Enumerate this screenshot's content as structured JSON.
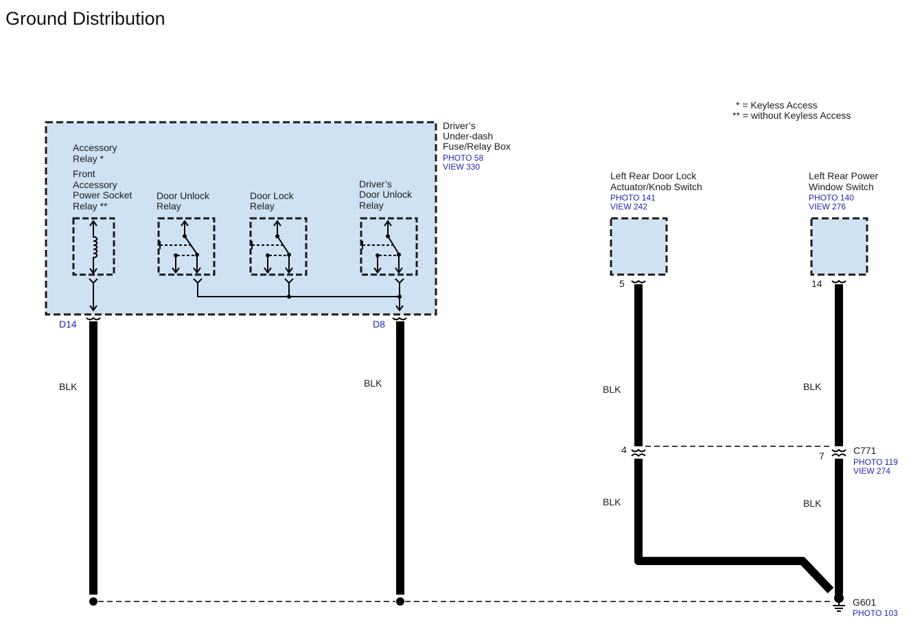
{
  "title": "Ground Distribution",
  "legend": {
    "line1": "* = Keyless Access",
    "line2": "** = without Keyless Access"
  },
  "fuse_box": {
    "label_lines": [
      "Driver’s",
      "Under-dash",
      "Fuse/Relay Box"
    ],
    "photo": "PHOTO 58",
    "view": "VIEW 330",
    "fill_color": "#cfe2f3"
  },
  "relays": {
    "accessory": [
      "Accessory",
      "Relay *",
      "Front",
      "Accessory",
      "Power Socket",
      "Relay **"
    ],
    "door_unlock": [
      "Door Unlock",
      "Relay"
    ],
    "door_lock": [
      "Door Lock",
      "Relay"
    ],
    "drivers_door_unlock": [
      "Driver’s",
      "Door Unlock",
      "Relay"
    ]
  },
  "components": {
    "door_lock_actuator": {
      "label_lines": [
        "Left Rear Door Lock",
        "Actuator/Knob Switch"
      ],
      "photo": "PHOTO 141",
      "view": "VIEW 242",
      "pin": "5"
    },
    "power_window_switch": {
      "label_lines": [
        "Left Rear Power",
        "Window Switch"
      ],
      "photo": "PHOTO 140",
      "view": "VIEW 276",
      "pin": "14"
    }
  },
  "pins": {
    "d14": "D14",
    "d8": "D8"
  },
  "wires": {
    "d14": "BLK",
    "d8": "BLK",
    "actuator_upper": "BLK",
    "actuator_lower": "BLK",
    "window_upper": "BLK",
    "window_lower": "BLK"
  },
  "connector_c771": {
    "name": "C771",
    "photo": "PHOTO 119",
    "view": "VIEW 274",
    "pin_left": "4",
    "pin_right": "7"
  },
  "ground": {
    "name": "G601",
    "photo": "PHOTO 103"
  },
  "colors": {
    "link": "#1f1fb4",
    "box_fill": "#cfe2f3",
    "wire": "#000000"
  }
}
